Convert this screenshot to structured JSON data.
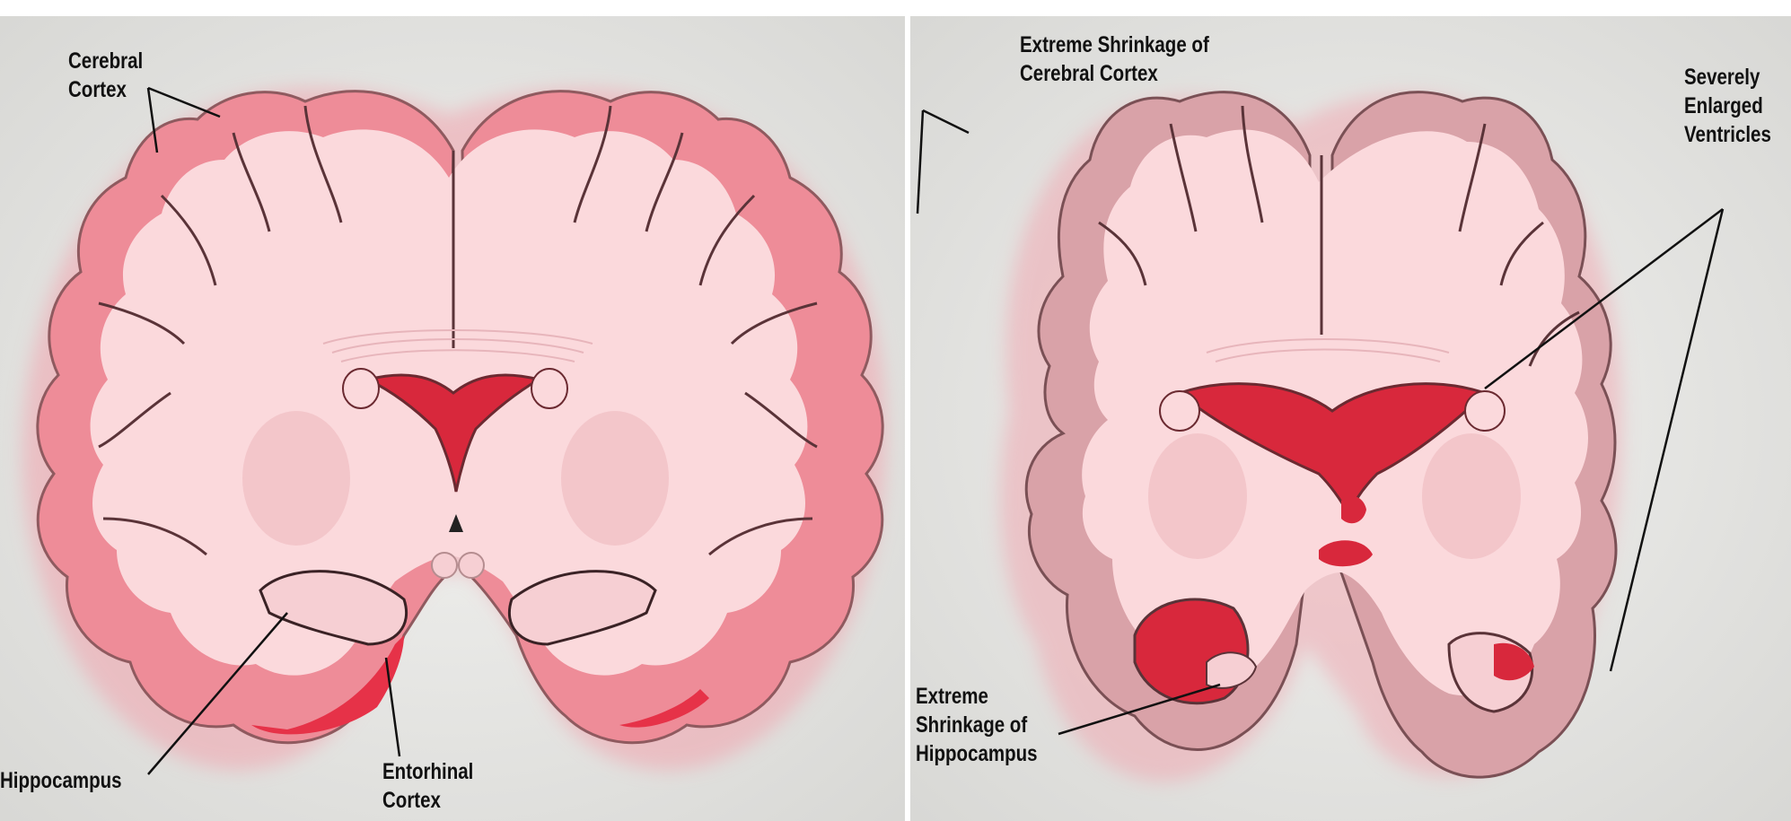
{
  "left_panel": {
    "labels": {
      "cerebral_cortex": [
        "Cerebral",
        "Cortex"
      ],
      "hippocampus": [
        "Hippocampus"
      ],
      "entorhinal_cortex": [
        "Entorhinal",
        "Cortex"
      ]
    }
  },
  "right_panel": {
    "labels": {
      "cortex_shrinkage": [
        "Extreme Shrinkage of",
        "Cerebral Cortex"
      ],
      "enlarged_ventricles": [
        "Severely",
        "Enlarged",
        "Ventricles"
      ],
      "hippocampus_shrinkage": [
        "Extreme",
        "Shrinkage of",
        "Hippocampus"
      ]
    }
  },
  "colors": {
    "background": "#e7e7e4",
    "tissue": "#fbd9dc",
    "cortex": "#ee8c98",
    "cortex_outline": "#8f5a5f",
    "ventricle": "#d8283c",
    "atrophy": "#b58d90"
  }
}
